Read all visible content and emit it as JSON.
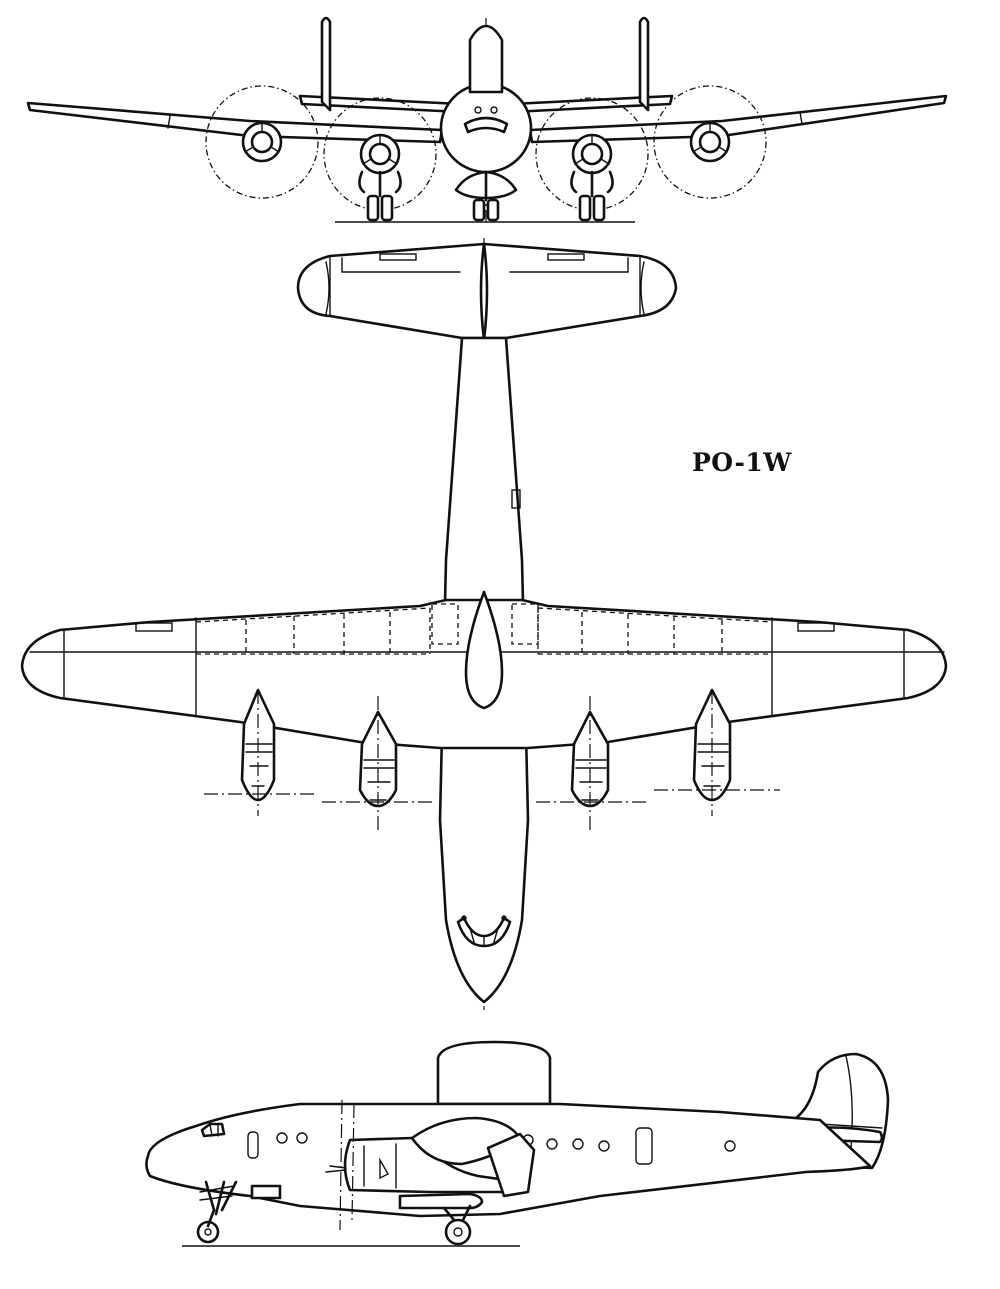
{
  "drawing": {
    "designation": "PO-1W",
    "views": [
      "front",
      "top",
      "side"
    ]
  },
  "colors": {
    "line": "#111111",
    "background": "#ffffff"
  }
}
